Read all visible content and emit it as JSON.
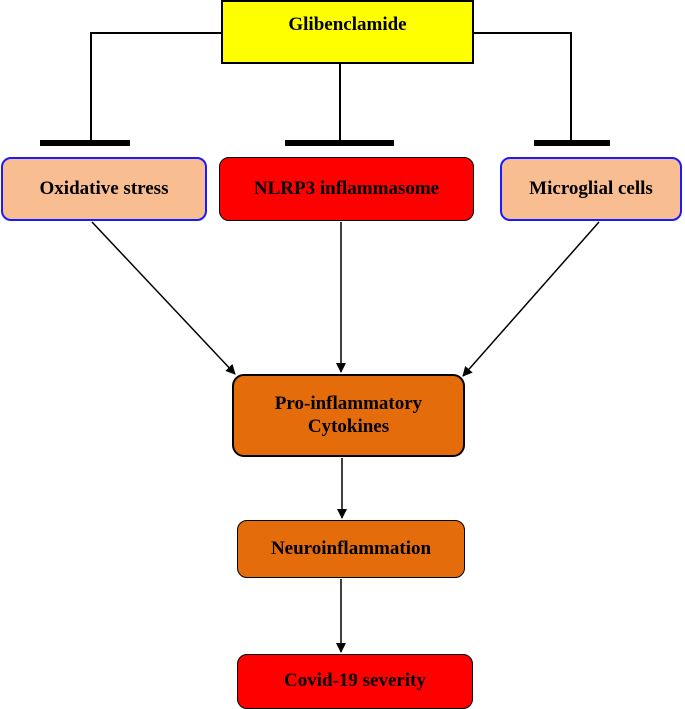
{
  "diagram": {
    "nodes": {
      "drug": {
        "label": "Glibenclamide",
        "fill": "#ffff00"
      },
      "oxidative_stress": {
        "label": "Oxidative stress",
        "fill": "#f9bd92",
        "border": "#1a1aff"
      },
      "nlrp3": {
        "label": "NLRP3 inflammasome",
        "fill": "#ff0000"
      },
      "microglial_cells": {
        "label": "Microglial cells",
        "fill": "#f9bd92",
        "border": "#1a1aff"
      },
      "cytokines": {
        "label": "Pro-inflammatory\nCytokines",
        "fill": "#e46c0a"
      },
      "neuroinflammation": {
        "label": "Neuroinflammation",
        "fill": "#e46c0a"
      },
      "covid_severity": {
        "label": "Covid-19 severity",
        "fill": "#ff0000"
      }
    },
    "edges": [
      {
        "from": "drug",
        "to": "oxidative_stress",
        "type": "inhibition"
      },
      {
        "from": "drug",
        "to": "nlrp3",
        "type": "inhibition"
      },
      {
        "from": "drug",
        "to": "microglial_cells",
        "type": "inhibition"
      },
      {
        "from": "oxidative_stress",
        "to": "cytokines",
        "type": "activation"
      },
      {
        "from": "nlrp3",
        "to": "cytokines",
        "type": "activation"
      },
      {
        "from": "microglial_cells",
        "to": "cytokines",
        "type": "activation"
      },
      {
        "from": "cytokines",
        "to": "neuroinflammation",
        "type": "activation"
      },
      {
        "from": "neuroinflammation",
        "to": "covid_severity",
        "type": "activation"
      }
    ]
  }
}
